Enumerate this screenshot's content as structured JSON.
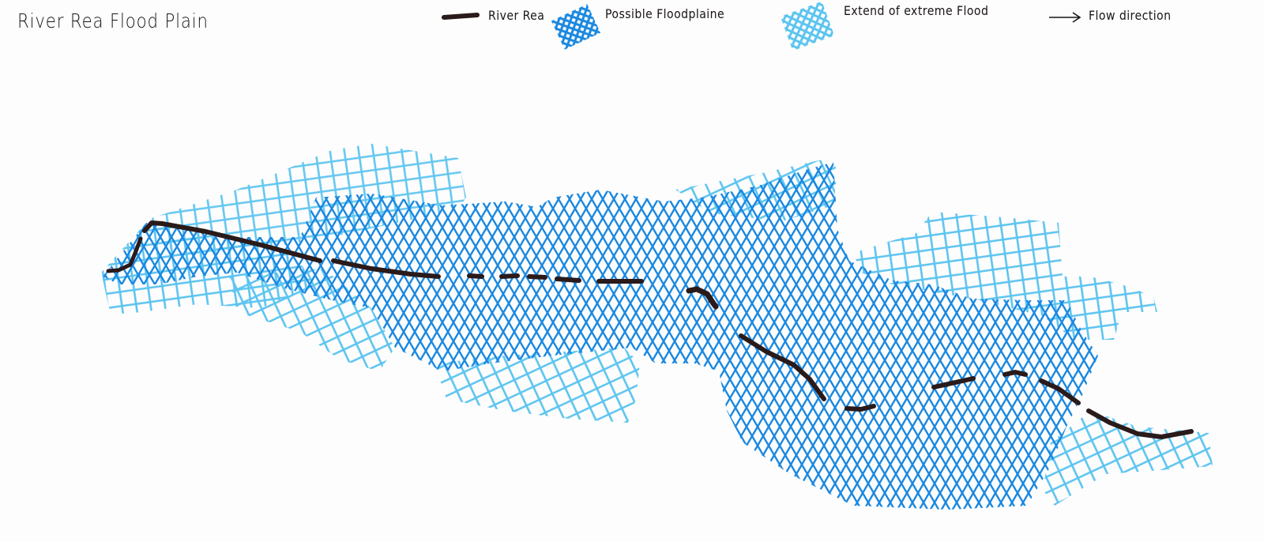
{
  "map": {
    "title": "River Rea Flood Plain",
    "colors": {
      "paper": "#fdfdfd",
      "river": "#2a1a1a",
      "possible_floodplain_hatch": "#1a88e0",
      "extreme_flood_hatch": "#5cc4f0",
      "text": "#1a1414"
    }
  },
  "legend": {
    "items": [
      {
        "symbol": "thick-dark-line",
        "label": "River Rea"
      },
      {
        "symbol": "dense-blue-diagonal-crosshatch",
        "label": "Possible Floodplaine"
      },
      {
        "symbol": "light-blue-grid-crosshatch",
        "label": "Extend of extreme Flood"
      },
      {
        "symbol": "arrow-right",
        "label": "Flow direction"
      }
    ]
  },
  "features": {
    "river": {
      "name": "River Rea",
      "course": "west-to-east, meandering, drawn partly dashed"
    },
    "possible_floodplain": {
      "name": "Possible Floodplaine",
      "extent": "central band along river"
    },
    "extreme_flood": {
      "name": "Extend of extreme Flood",
      "extent": "wider outer band"
    }
  }
}
